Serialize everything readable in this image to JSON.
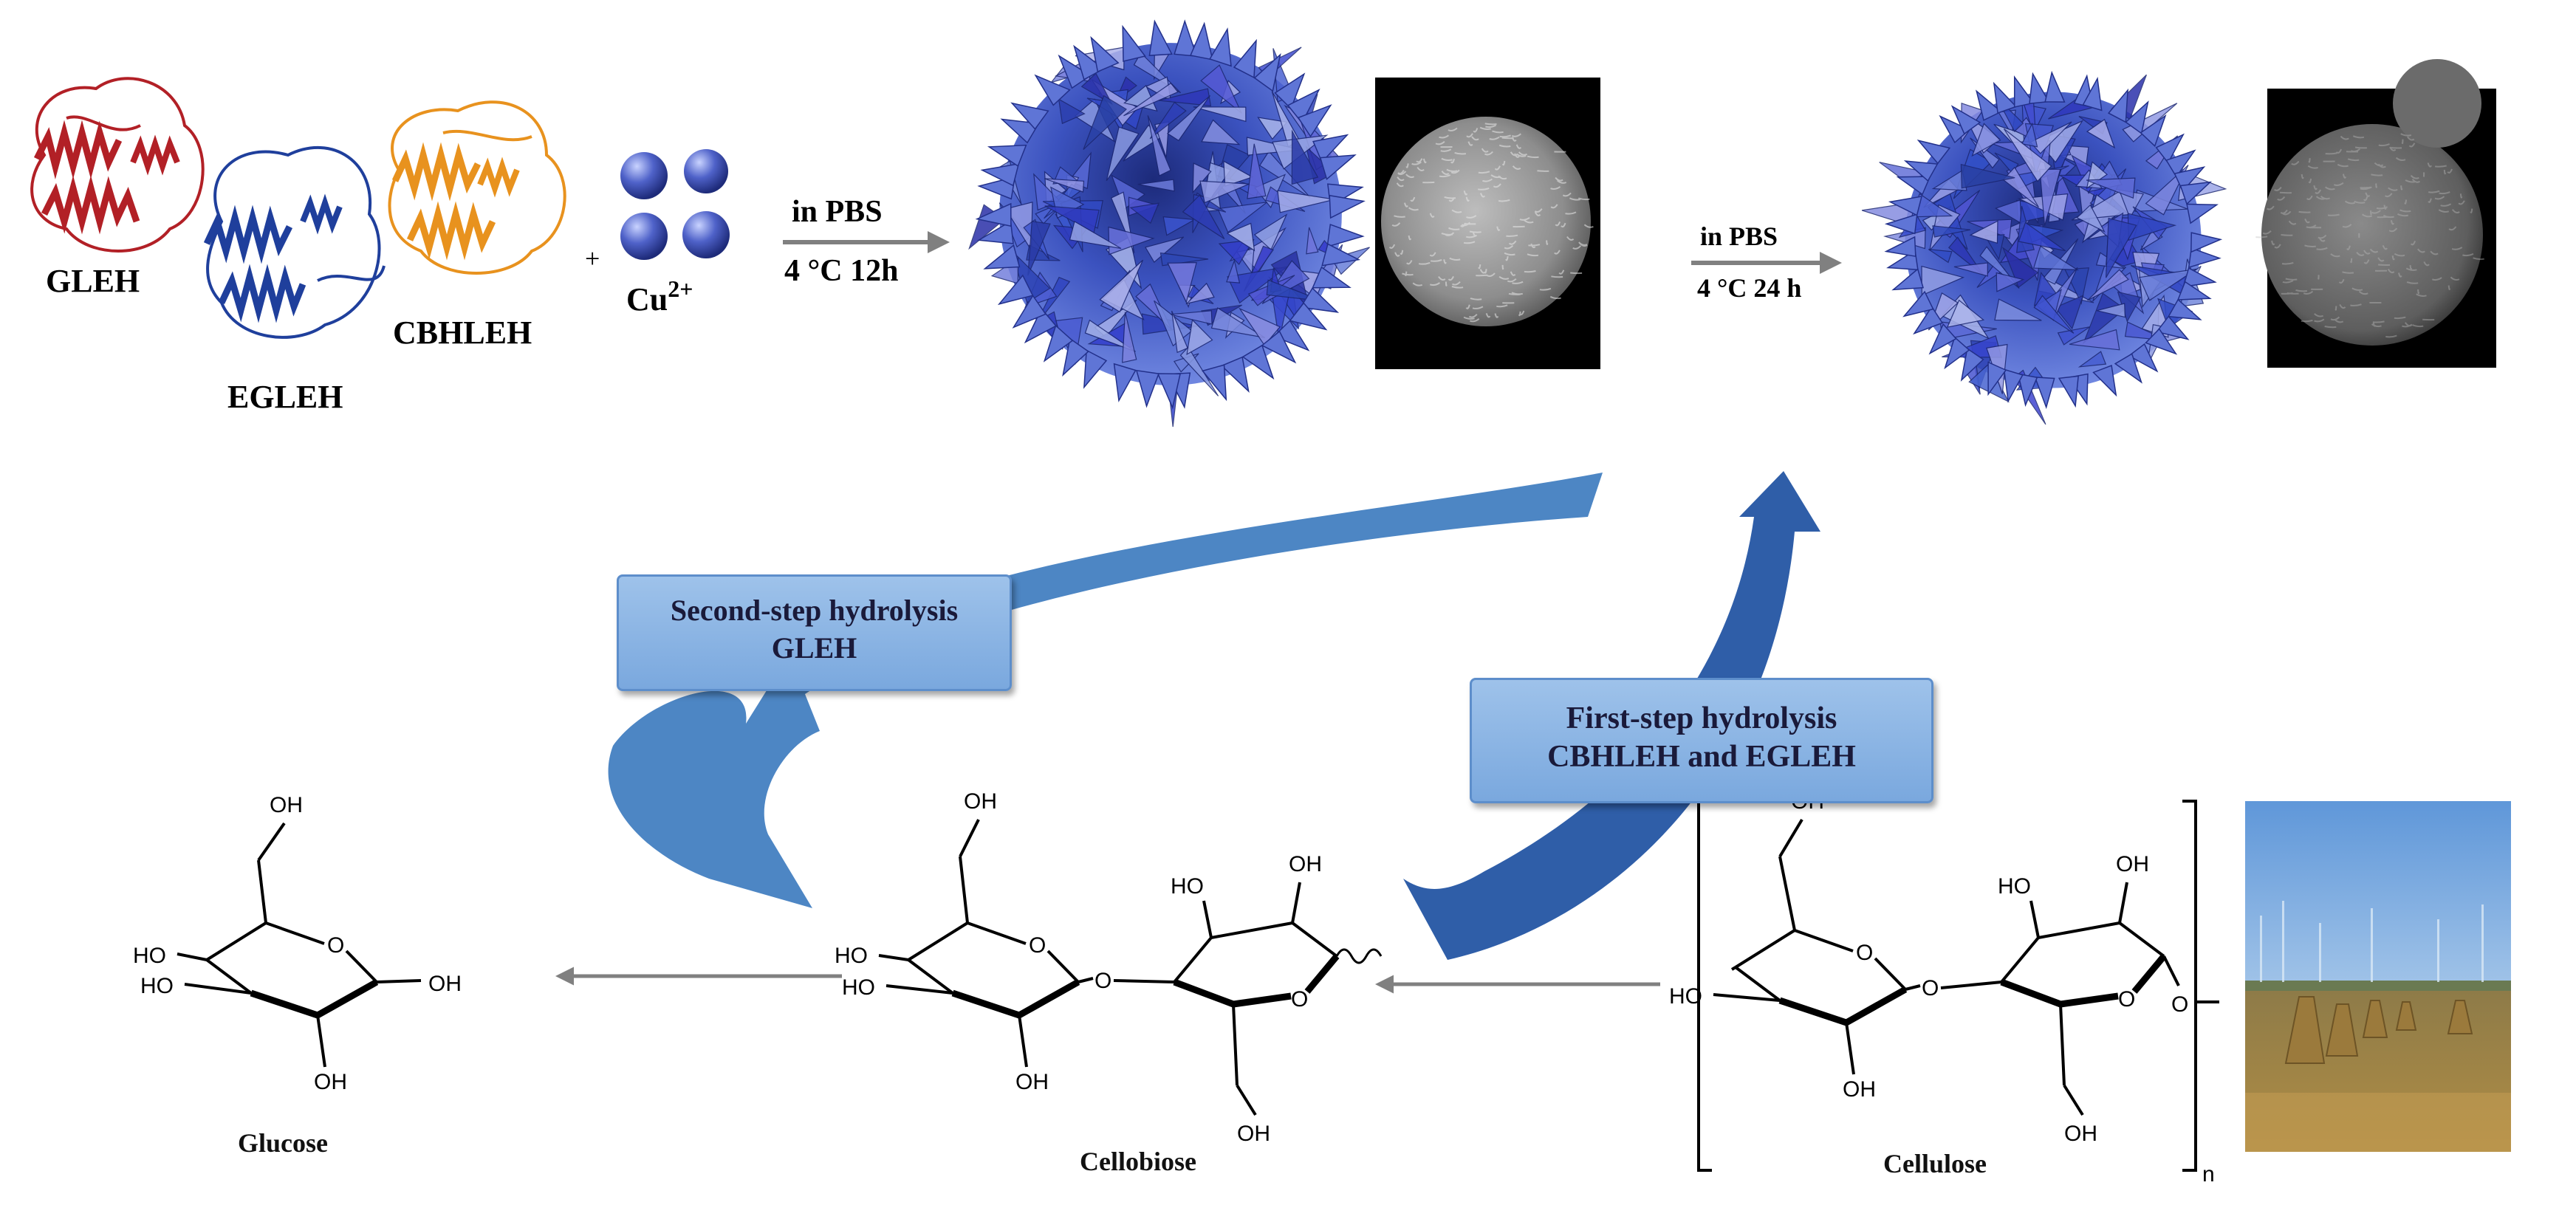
{
  "enzymes": {
    "gleh": "GLEH",
    "egleh": "EGLEH",
    "cbhleh": "CBHLEH",
    "plus": "+",
    "cu_ion": "Cu",
    "cu_charge": "2+"
  },
  "step1": {
    "medium": "in PBS",
    "condition": "4 °C 12h"
  },
  "step2": {
    "medium": "in PBS",
    "condition": "4 °C 24 h"
  },
  "boxes": {
    "second_title": "Second-step hydrolysis",
    "second_enzyme": "GLEH",
    "first_title": "First-step hydrolysis",
    "first_enzyme": "CBHLEH and EGLEH"
  },
  "molecules": {
    "glucose": "Glucose",
    "cellobiose": "Cellobiose",
    "cellulose": "Cellulose",
    "subscript_n": "n",
    "oh": "OH",
    "ho": "HO",
    "o": "O"
  },
  "colors": {
    "gleh": "#b22026",
    "egleh": "#1f3f9c",
    "cbhleh": "#e8921e",
    "flower": "#3a4fb8",
    "arrow_blue": "#4d86c4",
    "arrow_dark": "#2f5ea8",
    "process_arrow": "#808080"
  }
}
